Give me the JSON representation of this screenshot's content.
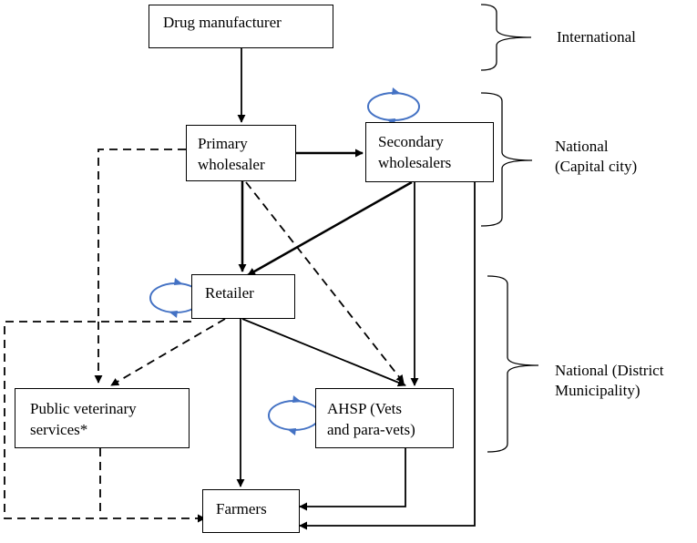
{
  "nodes": {
    "drug_manufacturer": "Drug manufacturer",
    "primary_wholesaler": [
      "Primary",
      "wholesaler"
    ],
    "secondary_wholesalers": [
      "Secondary",
      "wholesalers"
    ],
    "retailer": "Retailer",
    "public_vet": [
      "Public veterinary",
      "services*"
    ],
    "ahsp": [
      "AHSP (Vets",
      "and para-vets)"
    ],
    "farmers": "Farmers"
  },
  "levels": {
    "international": "International",
    "national_capital": [
      "National",
      "(Capital city)"
    ],
    "national_district": [
      "National (District",
      "Municipality)"
    ]
  },
  "colors": {
    "line": "#000000",
    "loop": "#4472c4"
  }
}
